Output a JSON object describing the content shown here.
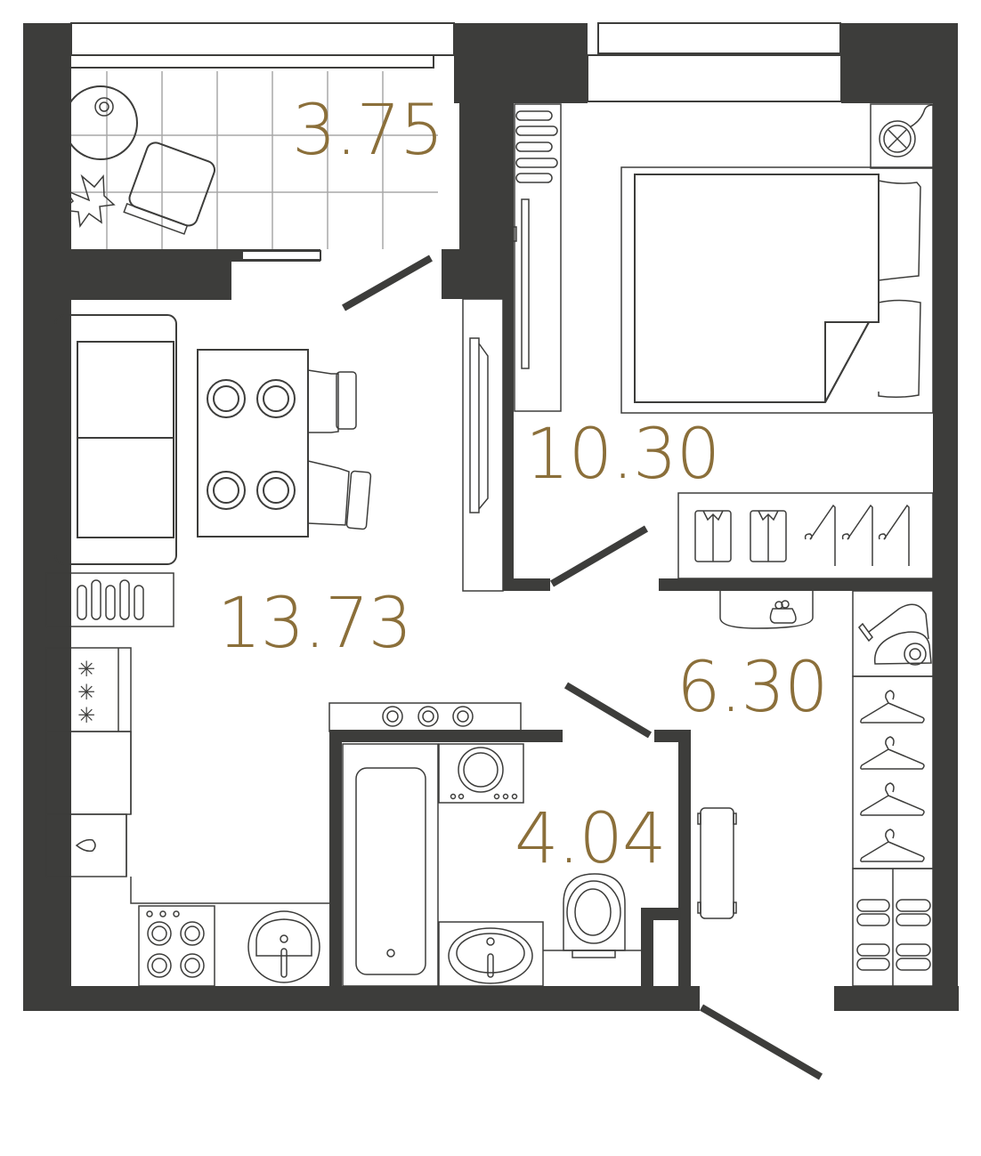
{
  "plan": {
    "type": "apartment floor plan",
    "colors": {
      "wall": "#3d3d3b",
      "area_label": "#8b6f3a",
      "tile_grid": "#a8a8a8",
      "background": "#ffffff"
    },
    "rooms": [
      {
        "id": "balcony",
        "area": "3.75"
      },
      {
        "id": "bedroom",
        "area": "10.30"
      },
      {
        "id": "living-kitchen",
        "area": "13.73"
      },
      {
        "id": "hallway",
        "area": "6.30"
      },
      {
        "id": "bathroom",
        "area": "4.04"
      }
    ],
    "furniture": {
      "balcony": [
        "round-table",
        "armchair",
        "plant"
      ],
      "bedroom": [
        "double-bed",
        "pillows",
        "radiator",
        "tv-panel",
        "wardrobe-shirts-hangers",
        "ceiling-light"
      ],
      "living-kitchen": [
        "sofa",
        "dining-table",
        "chairs",
        "radiator",
        "fridge",
        "dishwasher",
        "stove",
        "kitchen-sink",
        "tv-panel"
      ],
      "hallway": [
        "bench",
        "vacuum-cleaner",
        "coat-hangers",
        "shoe-rack",
        "ottoman-with-bag"
      ],
      "bathroom": [
        "bathtub",
        "washing-machine",
        "washbasin",
        "toilet",
        "boiler"
      ]
    }
  }
}
